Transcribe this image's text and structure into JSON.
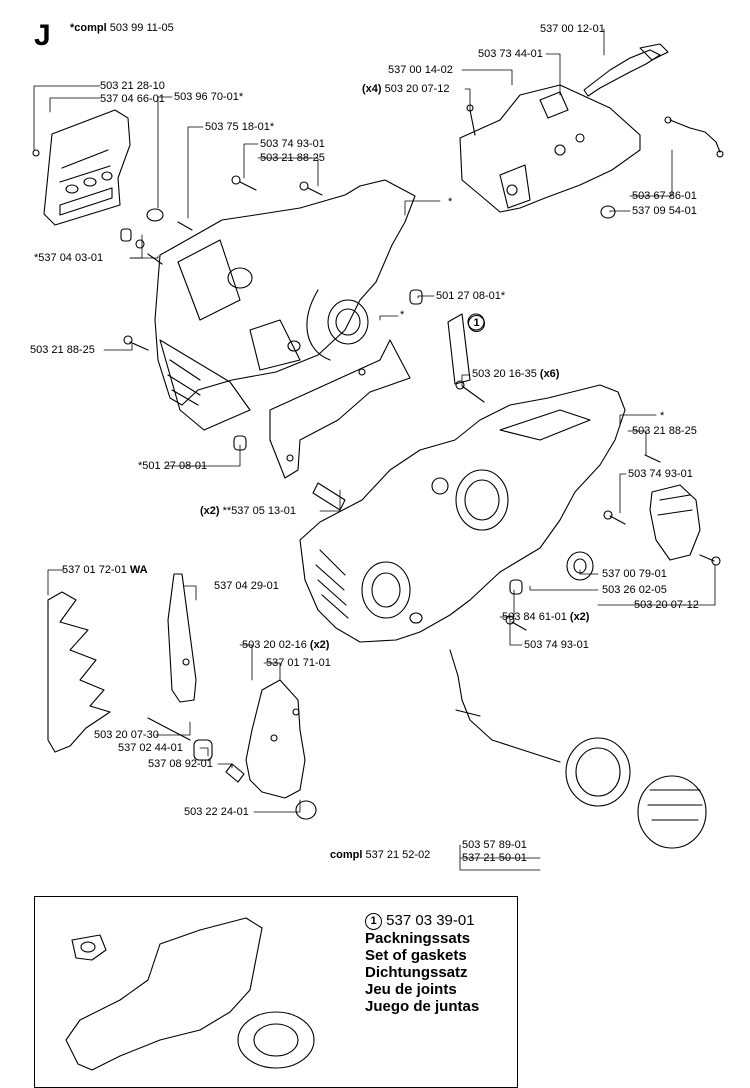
{
  "header": {
    "letter": "J",
    "compl_prefix": "*compl",
    "compl_number": "503 99 11-05"
  },
  "labels": [
    {
      "id": "l1",
      "text": "503 21 28-10"
    },
    {
      "id": "l2",
      "text": "537 04 66-01"
    },
    {
      "id": "l3",
      "text": "503 96 70-01*"
    },
    {
      "id": "l4",
      "text": "503 75 18-01*"
    },
    {
      "id": "l5",
      "text": "503 74 93-01"
    },
    {
      "id": "l6",
      "text": "503 21 88-25"
    },
    {
      "id": "l7",
      "text": "*"
    },
    {
      "id": "l8",
      "text": "*537 04 03-01"
    },
    {
      "id": "l9",
      "text": "501 27 08-01*"
    },
    {
      "id": "l10",
      "text": "*"
    },
    {
      "id": "l11",
      "text": "503 21 88-25"
    },
    {
      "id": "l12",
      "text": "503 20 16-35",
      "bold": "(x6)"
    },
    {
      "id": "l13",
      "text": "*"
    },
    {
      "id": "l14",
      "text": "503 21 88-25"
    },
    {
      "id": "l15",
      "text": "*501 27 08-01"
    },
    {
      "id": "l16",
      "text": "503 74 93-01"
    },
    {
      "id": "l17",
      "text": "**537 05 13-01",
      "prefix_bold": "(x2)"
    },
    {
      "id": "l18",
      "text": "537 00 79-01"
    },
    {
      "id": "l19",
      "text": "503 26 02-05"
    },
    {
      "id": "l20",
      "text": "503 84 61-01",
      "bold": "(x2)"
    },
    {
      "id": "l21",
      "text": "503 20 07-12"
    },
    {
      "id": "l22",
      "text": "503 74 93-01"
    },
    {
      "id": "l23",
      "text": "537 01 72-01",
      "bold": "WA"
    },
    {
      "id": "l24",
      "text": "537 04 29-01"
    },
    {
      "id": "l25",
      "text": "503 20 02-16",
      "bold": "(x2)"
    },
    {
      "id": "l26",
      "text": "537 01 71-01"
    },
    {
      "id": "l27",
      "text": "503 20 07-30"
    },
    {
      "id": "l28",
      "text": "537 02 44-01"
    },
    {
      "id": "l29",
      "text": "537 08 92-01"
    },
    {
      "id": "l30",
      "text": "503 22 24-01"
    },
    {
      "id": "l31",
      "text": "503 57 89-01"
    },
    {
      "id": "l32",
      "text": "537 21 52-02",
      "prefix_bold": "compl"
    },
    {
      "id": "l33",
      "text": "537 21 50-01"
    },
    {
      "id": "l34",
      "text": "537 00 12-01"
    },
    {
      "id": "l35",
      "text": "503 73 44-01"
    },
    {
      "id": "l36",
      "text": "537 00 14-02"
    },
    {
      "id": "l37",
      "text": "503 20 07-12",
      "prefix_bold": "(x4)"
    },
    {
      "id": "l38",
      "text": "503 67 86-01"
    },
    {
      "id": "l39",
      "text": "537 09 54-01"
    }
  ],
  "callout_marker": "1",
  "gasket_kit": {
    "marker": "1",
    "part_number": "537 03 39-01",
    "names": [
      "Packningssats",
      "Set of gaskets",
      "Dichtungssatz",
      "Jeu de joints",
      "Juego de juntas"
    ]
  }
}
